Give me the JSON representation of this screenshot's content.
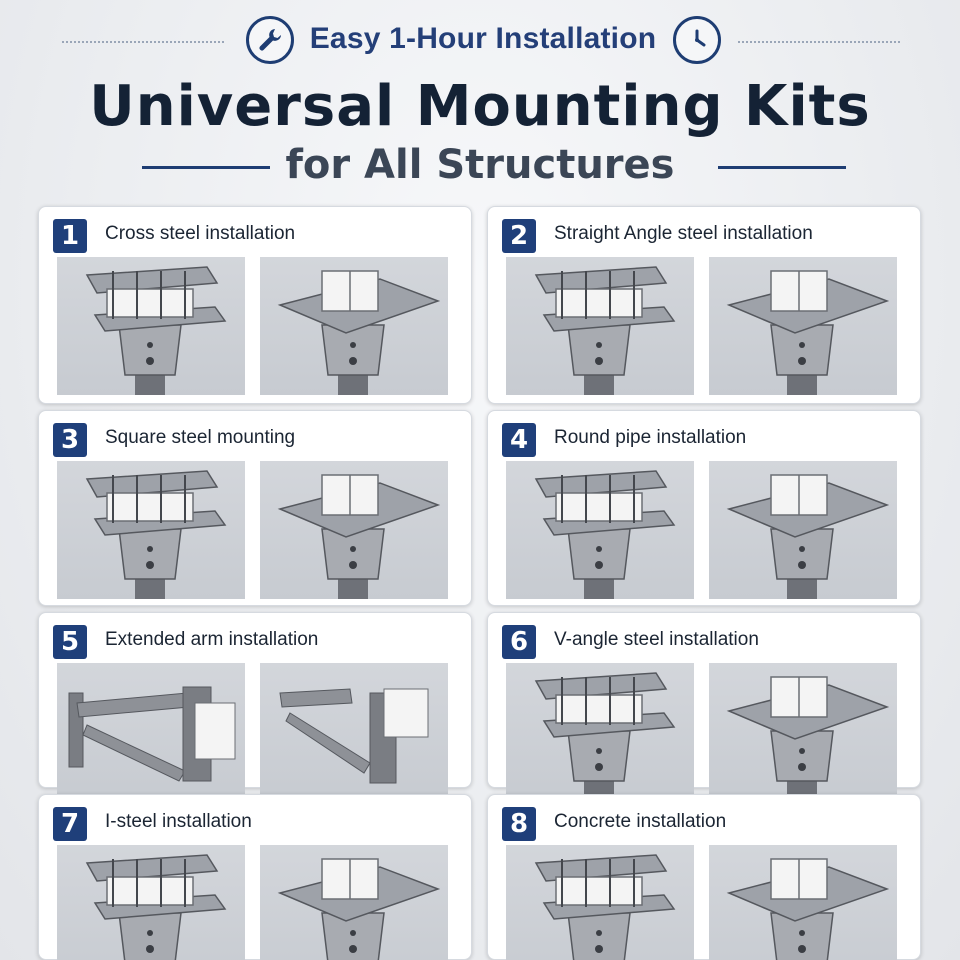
{
  "header": {
    "tagline": "Easy 1-Hour Installation",
    "title": "Universal Mounting Kits",
    "subtitle": "for All Structures",
    "icons": [
      "wrench-icon",
      "clock-icon"
    ]
  },
  "colors": {
    "accent": "#1f3f7a",
    "title": "#142235",
    "subtitle": "#3b4656",
    "background": "#eceef1"
  },
  "cards": [
    {
      "number": "1",
      "label": "Cross steel installation"
    },
    {
      "number": "2",
      "label": "Straight Angle steel installation"
    },
    {
      "number": "3",
      "label": "Square steel mounting"
    },
    {
      "number": "4",
      "label": "Round pipe installation"
    },
    {
      "number": "5",
      "label": "Extended arm installation"
    },
    {
      "number": "6",
      "label": "V-angle steel installation"
    },
    {
      "number": "7",
      "label": "I-steel installation"
    },
    {
      "number": "8",
      "label": "Concrete installation"
    }
  ]
}
